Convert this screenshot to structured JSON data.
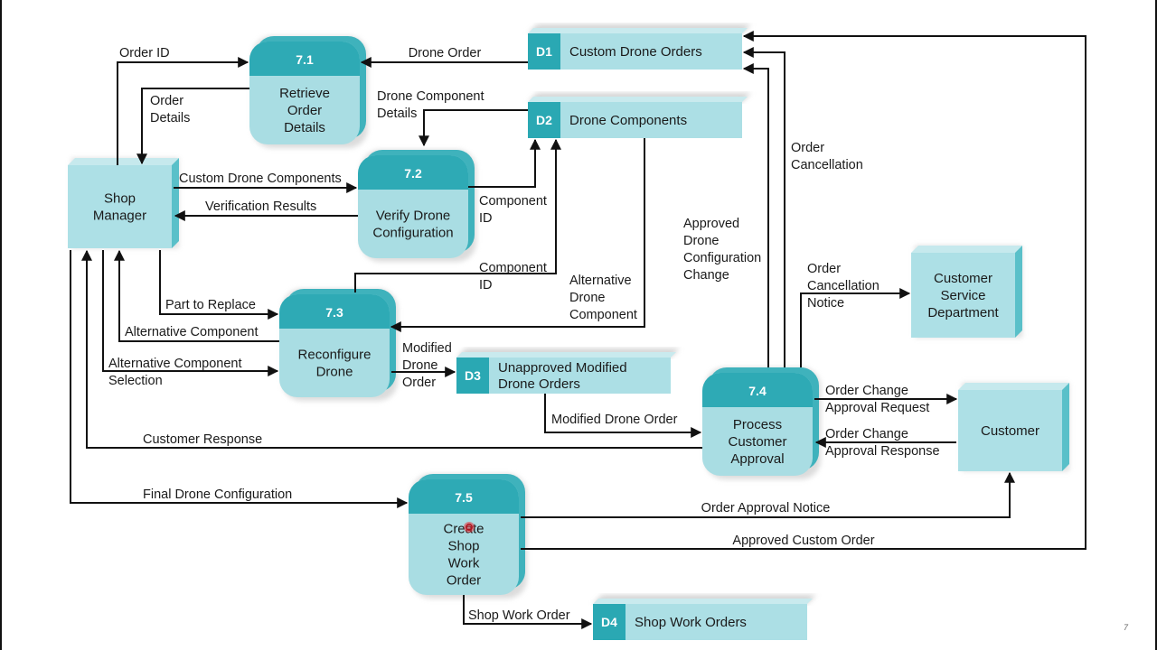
{
  "colors": {
    "process_header": "#2eaab5",
    "process_body": "#a9dde3",
    "process_side": "#3fb2bc",
    "entity_face": "#ade0e6",
    "entity_side": "#5ac0c9",
    "store_id": "#2aa8b3",
    "store_body": "#acdfe5",
    "shadow": "#d8d8d8",
    "line": "#111111",
    "cursor": "#e8303a"
  },
  "entities": [
    {
      "id": "shop-manager",
      "lines": [
        "Shop",
        "Manager"
      ]
    },
    {
      "id": "customer-service-department",
      "lines": [
        "Customer",
        "Service",
        "Department"
      ]
    },
    {
      "id": "customer",
      "lines": [
        "Customer"
      ]
    }
  ],
  "processes": [
    {
      "id": "7.1",
      "lines": [
        "Retrieve",
        "Order",
        "Details"
      ]
    },
    {
      "id": "7.2",
      "lines": [
        "Verify Drone",
        "Configuration"
      ]
    },
    {
      "id": "7.3",
      "lines": [
        "Reconfigure",
        "Drone"
      ]
    },
    {
      "id": "7.4",
      "lines": [
        "Process",
        "Customer",
        "Approval"
      ]
    },
    {
      "id": "7.5",
      "lines": [
        "Create",
        "Shop",
        "Work",
        "Order"
      ]
    }
  ],
  "stores": [
    {
      "id": "D1",
      "lines": [
        "Custom Drone Orders"
      ]
    },
    {
      "id": "D2",
      "lines": [
        "Drone Components"
      ]
    },
    {
      "id": "D3",
      "lines": [
        "Unapproved Modified",
        "Drone Orders"
      ]
    },
    {
      "id": "D4",
      "lines": [
        "Shop Work Orders"
      ]
    }
  ],
  "flows": [
    {
      "name": "order-id",
      "from": "Shop Manager",
      "to": "7.1",
      "lines": [
        "Order ID"
      ]
    },
    {
      "name": "order-details",
      "from": "7.1",
      "to": "Shop Manager",
      "lines": [
        "Order",
        "Details"
      ]
    },
    {
      "name": "drone-order",
      "from": "D1",
      "to": "7.1",
      "lines": [
        "Drone Order"
      ]
    },
    {
      "name": "drone-component-details",
      "from": "D2",
      "to": "7.2",
      "lines": [
        "Drone Component",
        "Details"
      ]
    },
    {
      "name": "custom-drone-components",
      "from": "Shop Manager",
      "to": "7.2",
      "lines": [
        "Custom Drone Components"
      ]
    },
    {
      "name": "verification-results",
      "from": "7.2",
      "to": "Shop Manager",
      "lines": [
        "Verification Results"
      ]
    },
    {
      "name": "component-id-72",
      "from": "7.2",
      "to": "D2",
      "lines": [
        "Component",
        "ID"
      ]
    },
    {
      "name": "component-id-73",
      "from": "7.3",
      "to": "D2",
      "lines": [
        "Component",
        "ID"
      ]
    },
    {
      "name": "alternative-drone-component",
      "from": "D2",
      "to": "7.3",
      "lines": [
        "Alternative",
        "Drone",
        "Component"
      ]
    },
    {
      "name": "part-to-replace",
      "from": "Shop Manager",
      "to": "7.3",
      "lines": [
        "Part to Replace"
      ]
    },
    {
      "name": "alternative-component",
      "from": "7.3",
      "to": "Shop Manager",
      "lines": [
        "Alternative Component"
      ]
    },
    {
      "name": "alternative-component-selection",
      "from": "Shop Manager",
      "to": "7.3",
      "lines": [
        "Alternative Component",
        "Selection"
      ]
    },
    {
      "name": "modified-drone-order-to-d3",
      "from": "7.3",
      "to": "D3",
      "lines": [
        "Modified",
        "Drone",
        "Order"
      ]
    },
    {
      "name": "modified-drone-order-to-74",
      "from": "D3",
      "to": "7.4",
      "lines": [
        "Modified Drone Order"
      ]
    },
    {
      "name": "customer-response",
      "from": "7.4",
      "to": "Shop Manager",
      "lines": [
        "Customer Response"
      ]
    },
    {
      "name": "approved-drone-configuration-change",
      "from": "7.4",
      "to": "D1",
      "lines": [
        "Approved",
        "Drone",
        "Configuration",
        "Change"
      ]
    },
    {
      "name": "order-cancellation",
      "from": "7.4",
      "to": "D1",
      "lines": [
        "Order",
        "Cancellation"
      ]
    },
    {
      "name": "order-cancellation-notice",
      "from": "7.4",
      "to": "Customer Service Department",
      "lines": [
        "Order",
        "Cancellation",
        "Notice"
      ]
    },
    {
      "name": "order-change-approval-request",
      "from": "7.4",
      "to": "Customer",
      "lines": [
        "Order Change",
        "Approval Request"
      ]
    },
    {
      "name": "order-change-approval-response",
      "from": "Customer",
      "to": "7.4",
      "lines": [
        "Order Change",
        "Approval Response"
      ]
    },
    {
      "name": "final-drone-configuration",
      "from": "Shop Manager",
      "to": "7.5",
      "lines": [
        "Final Drone Configuration"
      ]
    },
    {
      "name": "order-approval-notice",
      "from": "7.5",
      "to": "Customer",
      "lines": [
        "Order Approval Notice"
      ]
    },
    {
      "name": "approved-custom-order",
      "from": "7.5",
      "to": "D1",
      "lines": [
        "Approved Custom Order"
      ]
    },
    {
      "name": "shop-work-order",
      "from": "7.5",
      "to": "D4",
      "lines": [
        "Shop Work Order"
      ]
    }
  ],
  "page_number": "7"
}
